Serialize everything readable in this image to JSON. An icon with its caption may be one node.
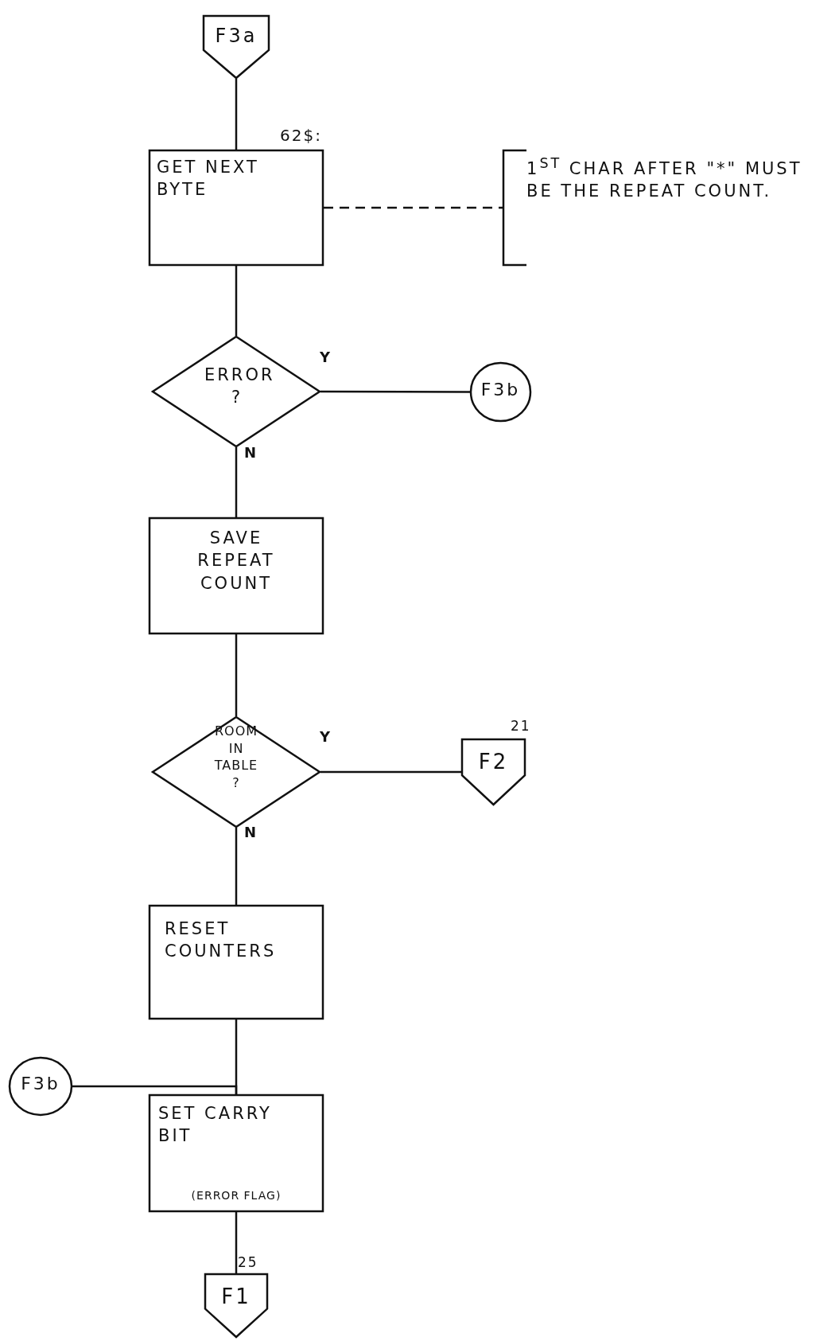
{
  "diagram": {
    "nodes": [
      {
        "text": [
          "F3a"
        ]
      },
      {
        "text": [
          "GET NEXT BYTE"
        ],
        "beside": [
          "62$:"
        ]
      },
      {
        "text": [
          "1$^{ST}$ CHAR AFTER \"*\" MUST BE THE REPEAT COUNT."
        ]
      },
      {
        "text": [
          "ERROR ?"
        ]
      },
      {
        "text": [
          "F3b"
        ]
      },
      {
        "text": [
          "SAVE REPEAT COUNT"
        ]
      },
      {
        "text": [
          "ROOM IN TABLE ?"
        ]
      },
      {
        "text": [
          "F2"
        ],
        "beside": [
          "21"
        ]
      },
      {
        "text": [
          "RESET COUNTERS"
        ]
      },
      {
        "text": [
          "F3b"
        ]
      },
      {
        "text": [
          "SET CARRY BIT",
          "(ERROR FLAG)"
        ]
      },
      {
        "text": [
          "F1"
        ],
        "beside": [
          "25"
        ]
      }
    ],
    "edges": [
      {
        "from": 0,
        "to": 1,
        "arrow": "none"
      },
      {
        "from": 1,
        "to": 2,
        "arrow": "none",
        "style": "dashed"
      },
      {
        "from": 1,
        "to": 3,
        "arrow": "none"
      },
      {
        "from": 3,
        "to": 4,
        "arrow": "none",
        "label": "Y"
      },
      {
        "from": 3,
        "to": 5,
        "arrow": "none",
        "label": "N"
      },
      {
        "from": 5,
        "to": 6,
        "arrow": "none"
      },
      {
        "from": 6,
        "to": 7,
        "arrow": "none",
        "label": "Y"
      },
      {
        "from": 6,
        "to": 8,
        "arrow": "none",
        "label": "N"
      },
      {
        "from": 8,
        "to": 10,
        "arrow": "none"
      },
      {
        "from": 9,
        "to": 10,
        "arrow": "none"
      },
      {
        "from": 10,
        "to": 11,
        "arrow": "none"
      }
    ]
  }
}
